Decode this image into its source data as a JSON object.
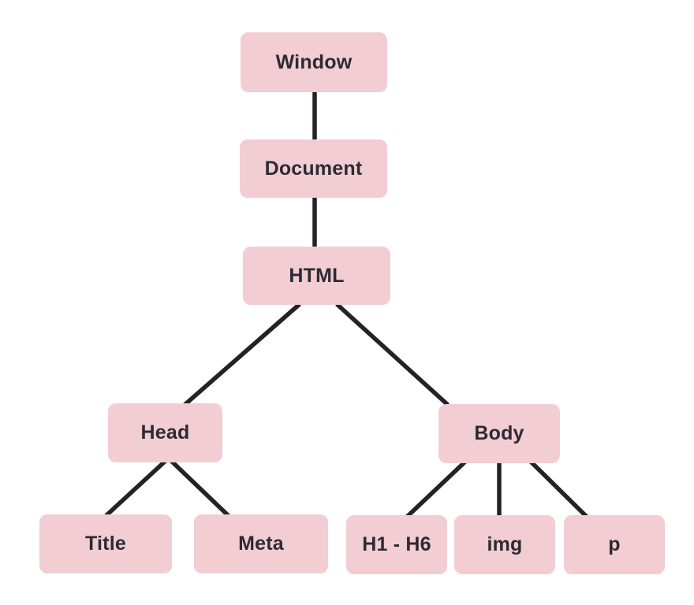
{
  "diagram": {
    "type": "tree",
    "description": "DOM hierarchy tree diagram",
    "colors": {
      "background": "#ffffff",
      "node_fill": "#f2cdd4",
      "edge": "#242127",
      "text": "#2d2a33"
    },
    "nodes": {
      "window": {
        "label": "Window"
      },
      "document": {
        "label": "Document"
      },
      "html": {
        "label": "HTML"
      },
      "head": {
        "label": "Head"
      },
      "body": {
        "label": "Body"
      },
      "title": {
        "label": "Title"
      },
      "meta": {
        "label": "Meta"
      },
      "h1h6": {
        "label": "H1 - H6"
      },
      "img": {
        "label": "img"
      },
      "p": {
        "label": "p"
      }
    },
    "edges": [
      {
        "from": "window",
        "to": "document"
      },
      {
        "from": "document",
        "to": "html"
      },
      {
        "from": "html",
        "to": "head"
      },
      {
        "from": "html",
        "to": "body"
      },
      {
        "from": "head",
        "to": "title"
      },
      {
        "from": "head",
        "to": "meta"
      },
      {
        "from": "body",
        "to": "h1h6"
      },
      {
        "from": "body",
        "to": "img"
      },
      {
        "from": "body",
        "to": "p"
      }
    ]
  }
}
